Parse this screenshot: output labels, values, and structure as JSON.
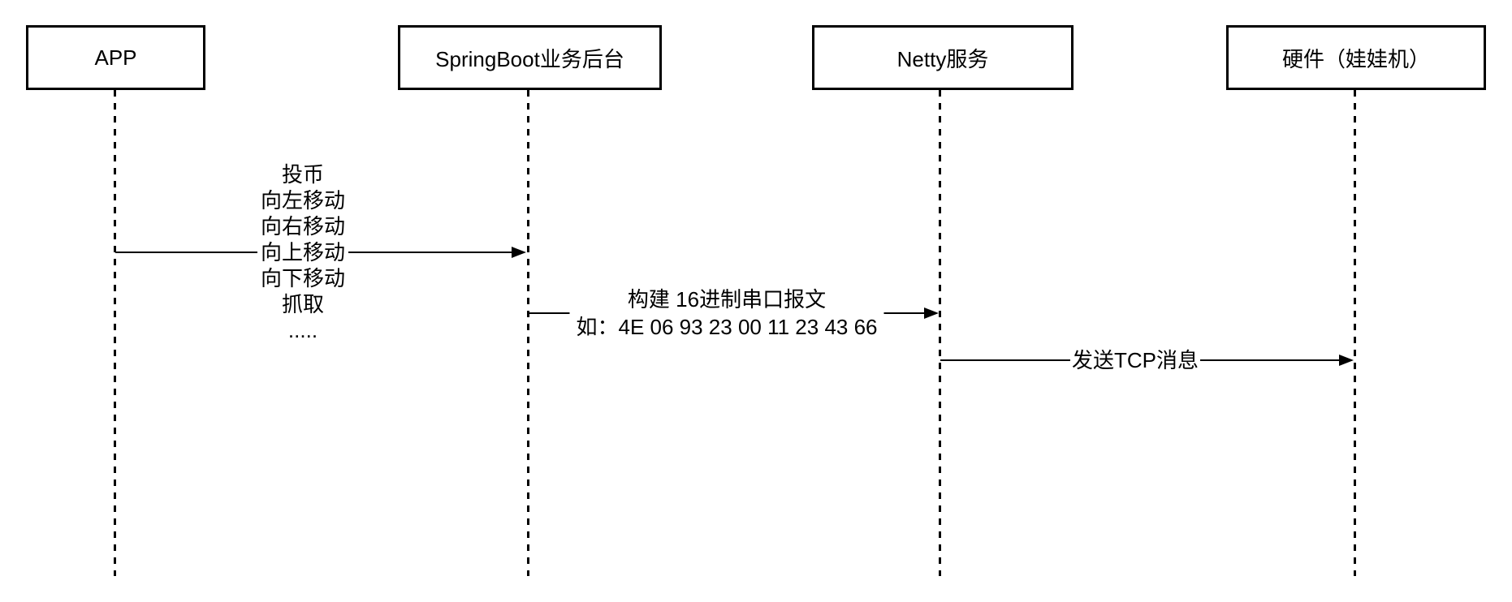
{
  "diagram": {
    "type": "sequence",
    "colors": {
      "stroke": "#000000",
      "fill": "#ffffff"
    },
    "participants": [
      {
        "label": "APP"
      },
      {
        "label": "SpringBoot业务后台"
      },
      {
        "label": "Netty服务"
      },
      {
        "label": "硬件（娃娃机）"
      }
    ],
    "messages": [
      {
        "from": 0,
        "to": 1,
        "label_lines": [
          "投币",
          "向左移动",
          "向右移动",
          "向上移动",
          "向下移动",
          "抓取",
          "....."
        ]
      },
      {
        "from": 1,
        "to": 2,
        "label_lines": [
          "构建 16进制串口报文",
          "如：4E 06 93 23 00 11 23 43 66"
        ]
      },
      {
        "from": 2,
        "to": 3,
        "label_lines": [
          "发送TCP消息"
        ]
      }
    ]
  }
}
